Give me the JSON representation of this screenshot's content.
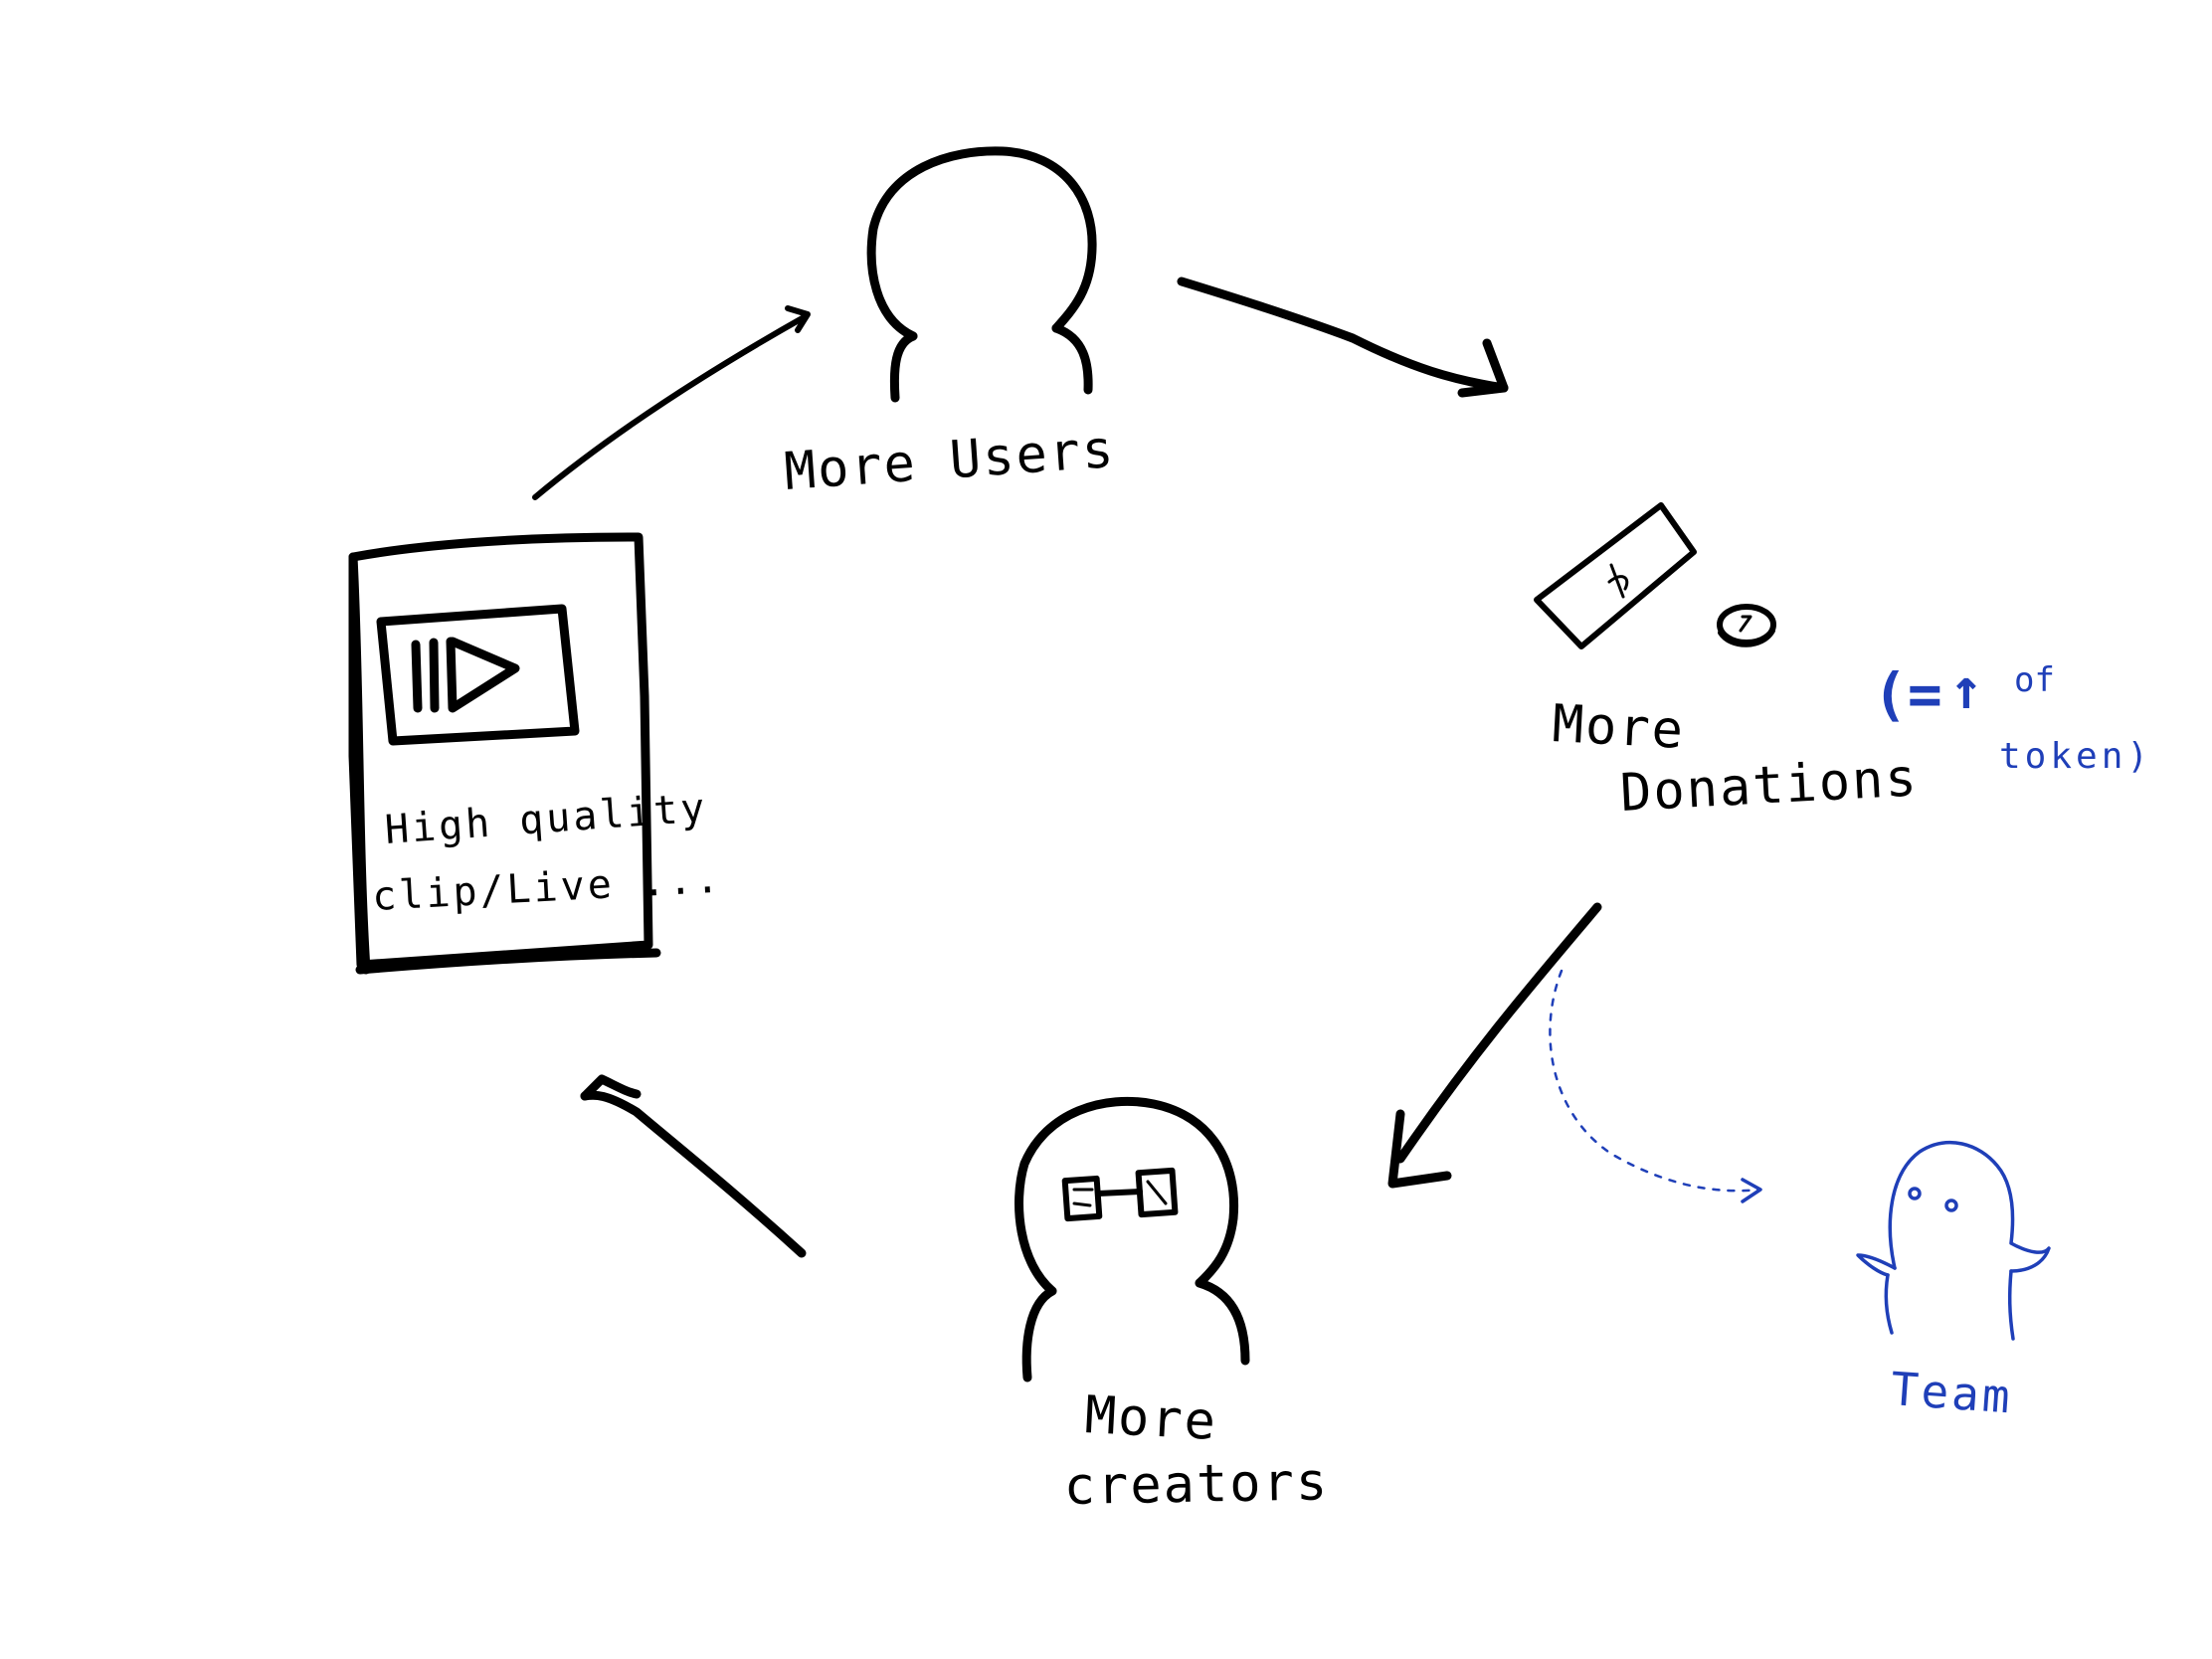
{
  "nodes": {
    "users": {
      "label": "More Users"
    },
    "donations": {
      "label_line1": "More",
      "label_line2": "Donations"
    },
    "creators": {
      "label_line1": "More",
      "label_line2": "creators"
    },
    "content": {
      "label_line1": "High quality",
      "label_line2": "clip/Live ..."
    }
  },
  "token_note": {
    "line1_prefix": "(= ",
    "line1_arrow": "↑",
    "line1_suffix": "of",
    "line2": "token)"
  },
  "team": {
    "label": "Team"
  },
  "icons": {
    "content_card": "video-card-icon",
    "play": "play-icon",
    "users": "person-icon",
    "creators": "creator-with-glasses-icon",
    "money": "bill-and-coin-icon",
    "team": "ghost-figure-icon"
  },
  "colors": {
    "ink": "#000000",
    "team_ink": "#1f3fb8",
    "background": "#ffffff"
  }
}
